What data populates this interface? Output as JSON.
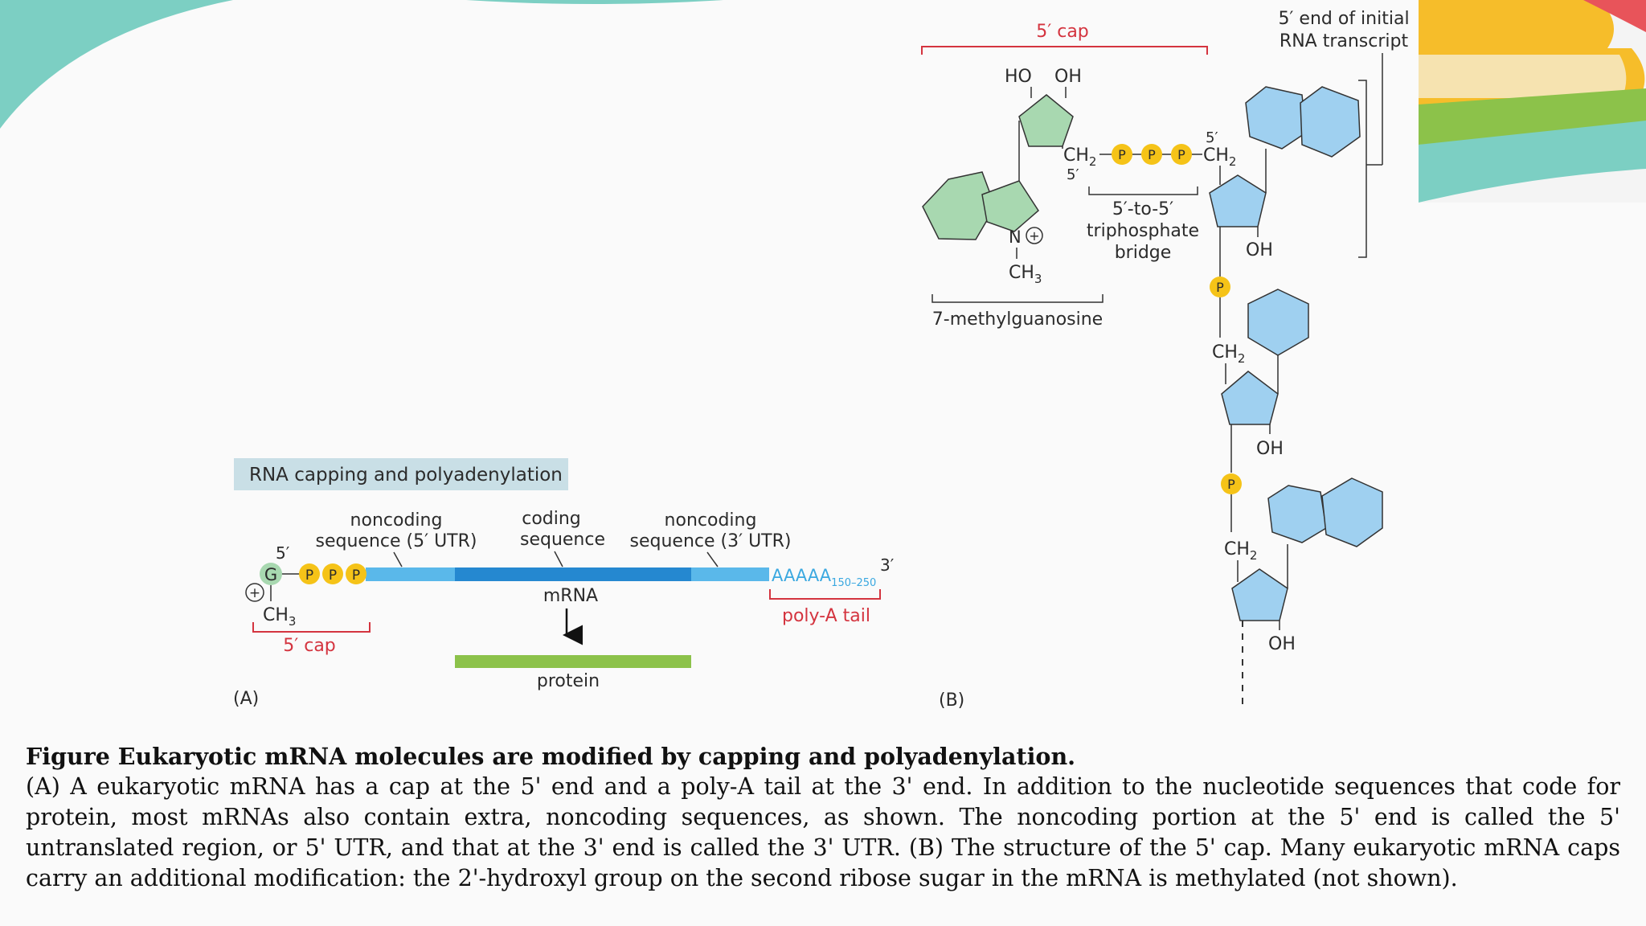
{
  "panel_a": {
    "banner": "RNA capping and polyadenylation",
    "label": "(A)",
    "utr5": [
      "noncoding",
      "sequence (5′ UTR)"
    ],
    "coding": [
      "coding",
      "sequence"
    ],
    "utr3": [
      "noncoding",
      "sequence (3′ UTR)"
    ],
    "five_prime": "5′",
    "three_prime": "3′",
    "g": "G",
    "p": "P",
    "plus": "+",
    "ch3": "CH",
    "ch3_sub": "3",
    "cap": "5′ cap",
    "poly_a": "AAAAA",
    "poly_a_sub": "150–250",
    "poly_a_tail": "poly-A tail",
    "mrna": "mRNA",
    "protein": "protein"
  },
  "panel_b": {
    "label": "(B)",
    "cap": "5′ cap",
    "initial": [
      "5′ end of initial",
      "RNA transcript"
    ],
    "ho": "HO",
    "oh": "OH",
    "ch2": "CH",
    "ch2_sub": "2",
    "ch3": "CH",
    "ch3_sub": "3",
    "n": "N",
    "plus": "+",
    "five": "5′",
    "p": "P",
    "bridge": [
      "5′-to-5′",
      "triphosphate",
      "bridge"
    ],
    "methylguanosine": "7-methylguanosine"
  },
  "caption": {
    "title": "Figure Eukaryotic mRNA molecules are modified by capping and polyadenylation.",
    "body": "(A) A eukaryotic mRNA has a cap at the 5' end and a poly-A tail at the 3' end. In addition to the nucleotide sequences that code for protein, most mRNAs also contain extra, noncoding sequences, as shown. The noncoding portion at the 5' end is called the 5' untranslated region, or 5' UTR, and that at the 3' end is called the 3' UTR. (B) The structure of the 5' cap. Many eukaryotic mRNA caps carry an additional modification: the 2'-hydroxyl group on the second ribose sugar in the mRNA is methylated (not shown)."
  },
  "colors": {
    "teal": "#7ccfc3",
    "cap_red": "#d4343f",
    "phosphate": "#f5c318",
    "guanosine_green": "#a8d8b0",
    "nucleotide_blue": "#9fd0f0",
    "utr_light_blue": "#5ab8ea",
    "coding_blue": "#2588d0",
    "protein_green": "#8cc24a",
    "book_yellow": "#f6bd2a",
    "book_red": "#e8545a"
  }
}
